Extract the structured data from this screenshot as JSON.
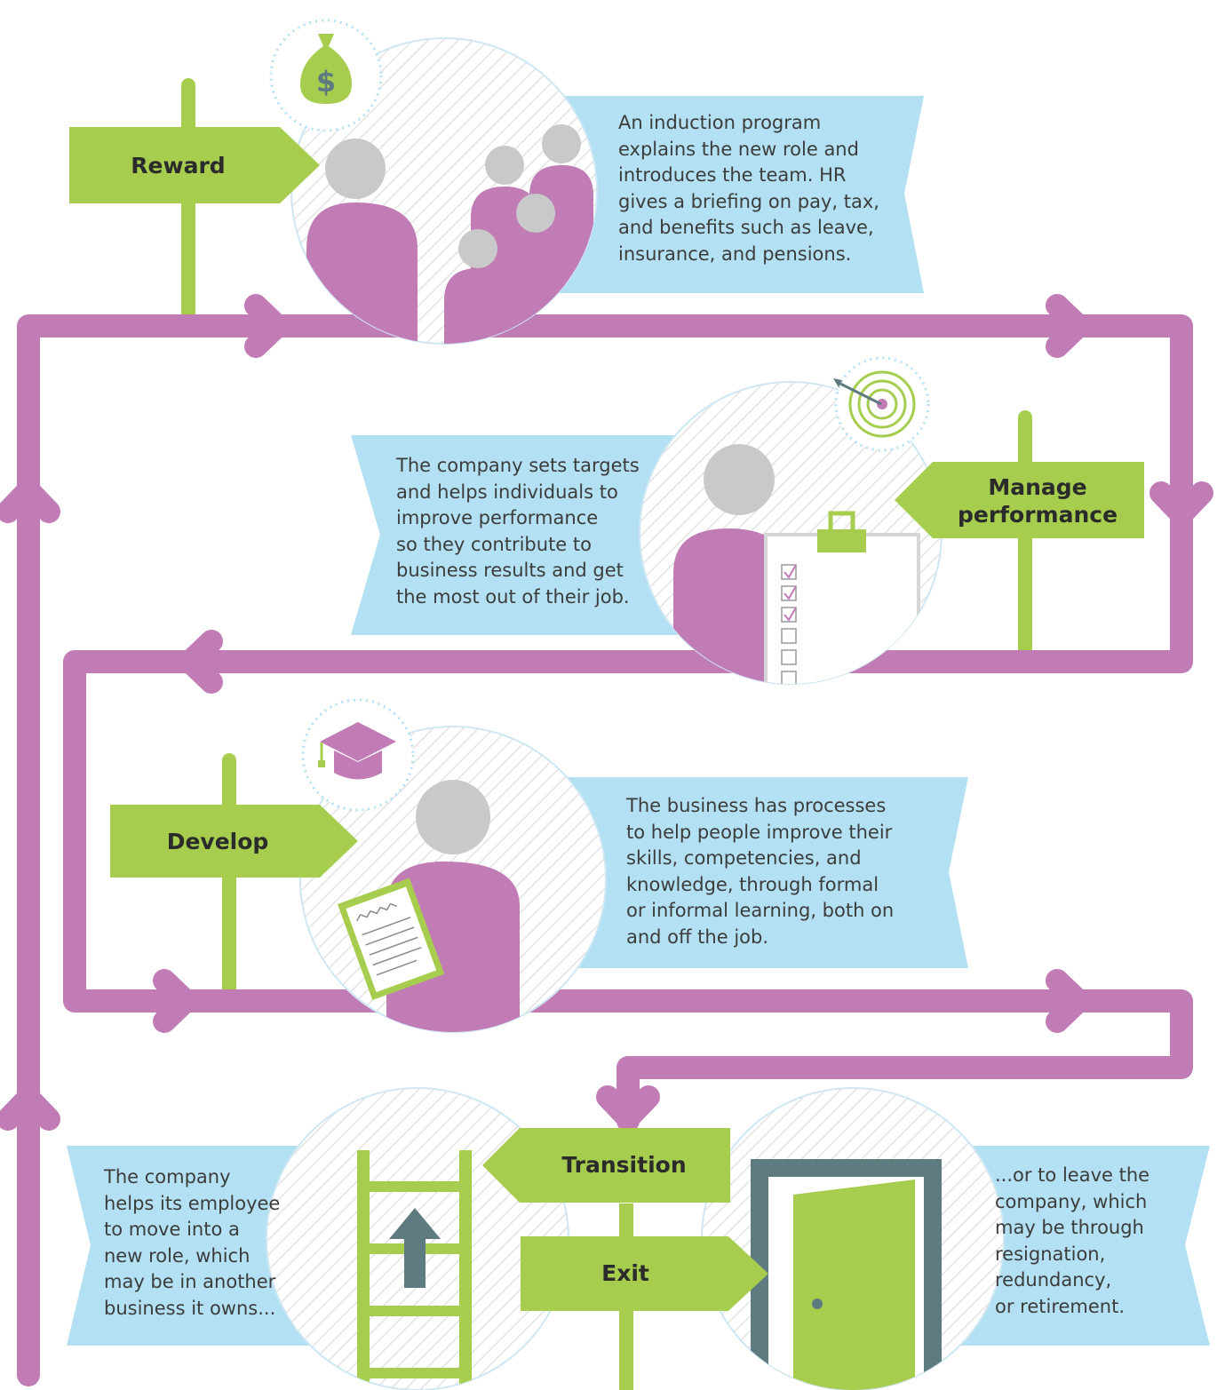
{
  "stages": {
    "reward": {
      "label": "Reward",
      "description": "An induction program\nexplains the new role and\nintroduces the team. HR\ngives a briefing on pay, tax,\nand benefits such as leave,\ninsurance, and pensions."
    },
    "manage_performance": {
      "label": "Manage\nperformance",
      "description": "The company sets targets\nand helps individuals to\nimprove performance\nso they contribute to\nbusiness results and get\nthe most out of their job."
    },
    "develop": {
      "label": "Develop",
      "description": "The business has processes\nto help people improve their\nskills, competencies, and\nknowledge, through formal\nor informal learning, both on\nand off the job."
    },
    "transition": {
      "label": "Transition",
      "description": "The company\nhelps its employee\nto move into a\nnew role, which\nmay be in another\nbusiness it owns..."
    },
    "exit": {
      "label": "Exit",
      "description": "...or to leave the\ncompany, which\nmay be through\nresignation,\nredundancy,\nor retirement."
    }
  },
  "icons": {
    "money_bag_symbol": "$"
  },
  "colors": {
    "path": "#c27cb5",
    "sign_green": "#a6cd4e",
    "ribbon_blue": "#b3e1f3",
    "person_purple": "#c27cb5",
    "head_gray": "#c9c9c9",
    "door_frame": "#5e7b80"
  }
}
